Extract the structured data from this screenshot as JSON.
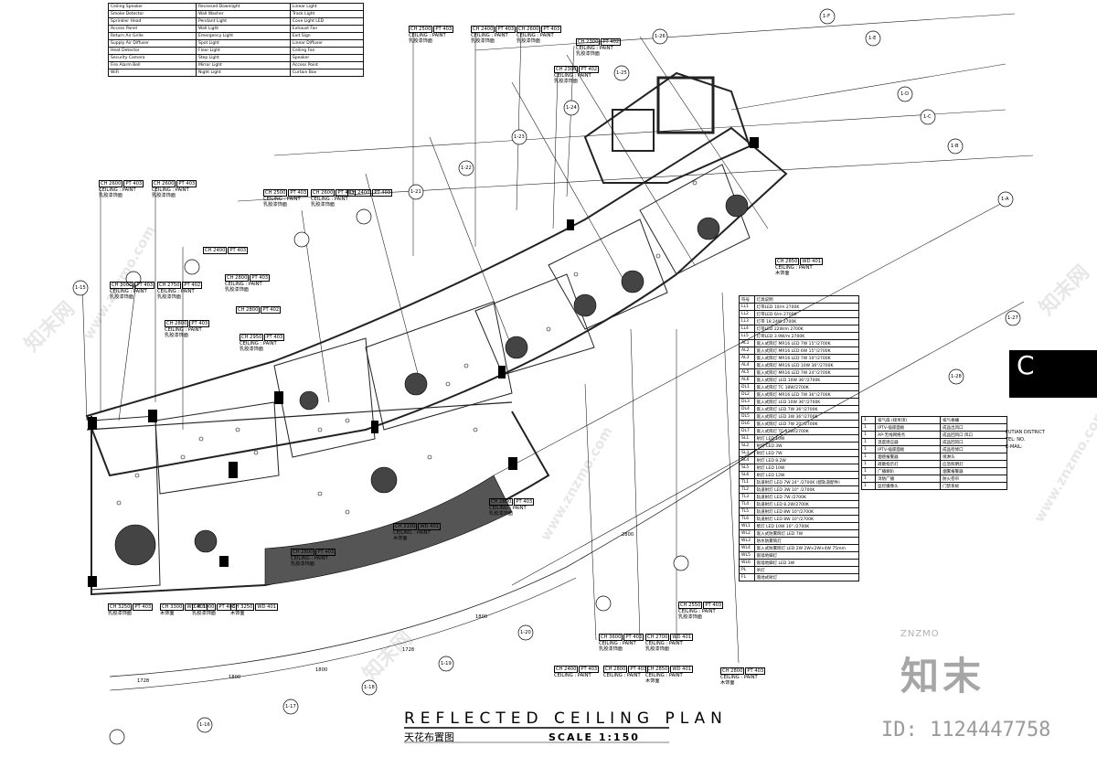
{
  "drawing": {
    "title": "REFLECTED  CEILING  PLAN",
    "subtitle": "天花布置图",
    "scale": "SCALE  1:150",
    "watermark_text": "www.znzmo.com",
    "watermark_brand": "知末网",
    "id_stamp": "ID: 1124447758",
    "brand_logo": "知末",
    "brand_logo_en": "ZNZMO"
  },
  "ceiling_tags": [
    {
      "ch": "CH 2500",
      "pt": "PT 403",
      "note": "CEILING : PAINT",
      "cn": "乳胶漆饰面"
    },
    {
      "ch": "CH 2400",
      "pt": "PT 403",
      "note": "CEILING : PAINT",
      "cn": "乳胶漆饰面"
    },
    {
      "ch": "CH 2600",
      "pt": "PT 403",
      "note": "CEILING : PAINT",
      "cn": "乳胶漆饰面"
    },
    {
      "ch": "CH 2300",
      "pt": "PT 402",
      "note": "CEILING : PAINT",
      "cn": "乳胶漆饰面"
    },
    {
      "ch": "CH 2300",
      "pt": "PT 402",
      "note": "CEILING : PAINT",
      "cn": "乳胶漆饰面"
    },
    {
      "ch": "CH 2600",
      "pt": "PT 403",
      "note": "CEILING : PAINT",
      "cn": "乳胶漆饰面"
    },
    {
      "ch": "CH 2600",
      "pt": "PT 403",
      "note": "CEILING : PAINT",
      "cn": "乳胶漆饰面"
    },
    {
      "ch": "CH 2500",
      "pt": "PT 403",
      "note": "CEILING : PAINT",
      "cn": "乳胶漆饰面"
    },
    {
      "ch": "CH 2600",
      "pt": "PT 403",
      "note": "CEILING : PAINT",
      "cn": "乳胶漆饰面"
    },
    {
      "ch": "CH 2400",
      "pt": "PT 403",
      "note": "CEILING : PAINT",
      "cn": "乳胶漆饰面"
    },
    {
      "ch": "CH 2400",
      "pt": "PT 403",
      "note": "CEILING : PAINT",
      "cn": "乳胶漆饰面"
    },
    {
      "ch": "CH 2800",
      "pt": "PT 403",
      "note": "CEILING : PAINT",
      "cn": "乳胶漆饰面"
    },
    {
      "ch": "CH 3000",
      "pt": "PT 403",
      "note": "CEILING : PAINT",
      "cn": "乳胶漆饰面"
    },
    {
      "ch": "CH 2750",
      "pt": "PT 402",
      "note": "CEILING : PAINT",
      "cn": "乳胶漆饰面"
    },
    {
      "ch": "CH 2800",
      "pt": "PT 403",
      "note": "CEILING : PAINT",
      "cn": "乳胶漆饰面"
    },
    {
      "ch": "CH 2800",
      "pt": "PT 402",
      "note": "CEILING : PAINT",
      "cn": "乳胶漆饰面"
    },
    {
      "ch": "CH 2950",
      "pt": "PT 403",
      "note": "CEILING : PAINT",
      "cn": "乳胶漆饰面"
    },
    {
      "ch": "CH 2800",
      "pt": "PT 403",
      "note": "CEILING : PAINT",
      "cn": "乳胶漆饰面"
    },
    {
      "ch": "CH 3100",
      "pt": "WD 401",
      "note": "CEILING : PAINT",
      "cn": "木饰面"
    },
    {
      "ch": "CH 2800",
      "pt": "PT 403",
      "note": "CEILING : PAINT",
      "cn": "乳胶漆饰面"
    },
    {
      "ch": "CH 3250",
      "pt": "PT 403",
      "note": "",
      "cn": "乳胶漆饰面"
    },
    {
      "ch": "CH 3300",
      "pt": "WD 401",
      "note": "",
      "cn": "木饰面"
    },
    {
      "ch": "CH 3000",
      "pt": "PT 403",
      "note": "",
      "cn": "乳胶漆饰面"
    },
    {
      "ch": "CH 3250",
      "pt": "WD 401",
      "note": "",
      "cn": "木饰面"
    },
    {
      "ch": "CH 2550",
      "pt": "PT 403",
      "note": "CEILING : PAINT",
      "cn": "乳胶漆饰面"
    },
    {
      "ch": "CH 3600",
      "pt": "PT 403",
      "note": "CEILING : PAINT",
      "cn": "乳胶漆饰面"
    },
    {
      "ch": "CH 2700",
      "pt": "WD 401",
      "note": "CEILING : PAINT",
      "cn": "乳胶漆饰面"
    },
    {
      "ch": "CH 2400",
      "pt": "PT 403",
      "note": "CEILING : PAINT",
      "cn": "乳胶漆饰面"
    },
    {
      "ch": "CH 2800",
      "pt": "PT 403",
      "note": "CEILING : PAINT",
      "cn": "乳胶漆饰面"
    },
    {
      "ch": "CH 2850",
      "pt": "WD 401",
      "note": "CEILING : PAINT",
      "cn": "木饰面"
    },
    {
      "ch": "CH 2800",
      "pt": "PT 403",
      "note": "CEILING : PAINT",
      "cn": "木饰面"
    }
  ],
  "grid_labels": [
    "1-F",
    "1-E",
    "1-D",
    "1-C",
    "1-B",
    "1-A",
    "1-26",
    "1-25",
    "1-24",
    "1-23",
    "1-22",
    "1-21",
    "1-20",
    "1-19",
    "1-18",
    "1-17",
    "1-16",
    "1-15",
    "1-27",
    "1-28"
  ],
  "legend": {
    "header": [
      "符号",
      "灯具说明"
    ],
    "rows": [
      [
        "LL1",
        "灯带LED 10/m 2700K"
      ],
      [
        "LL2",
        "灯带LED 6/m 2700K"
      ],
      [
        "LL3",
        "灯带 18 24W 2700K"
      ],
      [
        "LL4",
        "灯带LED 22W/m 2700K"
      ],
      [
        "LL5",
        "灯带LED 3.9W/m 2700K"
      ],
      [
        "AL1",
        "嵌入式筒灯 MR16 LED 7W 15°/2700K"
      ],
      [
        "AL2",
        "嵌入式筒灯 MR16 LED 6W 15°/2700K"
      ],
      [
        "AL3",
        "嵌入式筒灯 MR16 LED 7W 10°/2700K"
      ],
      [
        "AL4",
        "嵌入式筒灯 MR16 LED 10W 36°/2700K"
      ],
      [
        "AL5",
        "嵌入式筒灯 MR16 LED 7W 24°/2700K"
      ],
      [
        "AL6",
        "嵌入式筒灯 LED 10W 36°/2700K"
      ],
      [
        "DL1",
        "嵌入式筒灯 TC 18W/2700K"
      ],
      [
        "DL2",
        "嵌入式筒灯 MR16 LED 7W 36°/2700K"
      ],
      [
        "DL3",
        "嵌入式筒灯 LED 10W 36°/2700K"
      ],
      [
        "DL4",
        "嵌入式筒灯 LED 7W 36°/2700K"
      ],
      [
        "DL5",
        "嵌入式筒灯 LED 3W 36°/2700K"
      ],
      [
        "DL6",
        "嵌入式筒灯 LED 7W 20°/2700K"
      ],
      [
        "DL7",
        "嵌入式筒灯 TC 32W/2700K"
      ],
      [
        "SL1",
        "射灯 LED 10W"
      ],
      [
        "SL2",
        "射灯 LED 3W"
      ],
      [
        "SL3",
        "射灯 LED 7W"
      ],
      [
        "SL4",
        "射灯 LED 8.2W"
      ],
      [
        "SL5",
        "射灯 LED 10W"
      ],
      [
        "SL6",
        "射灯 LED 12W"
      ],
      [
        "TL1",
        "轨道射灯 LED 7W 24° /2700K (配轨道配件)"
      ],
      [
        "TL2",
        "轨道射灯 LED 3W 10° /2700K"
      ],
      [
        "TL3",
        "轨道射灯 LED 7W /2700K"
      ],
      [
        "TL4",
        "轨道射灯 LED 8.2W/2700K"
      ],
      [
        "TL5",
        "轨道射灯 LED 8W 10°/2700K"
      ],
      [
        "TL6",
        "轨道射灯 LED 8W 10°/2700K"
      ],
      [
        "WL1",
        "壁灯 LED 10W 10° /2700K"
      ],
      [
        "WL2",
        "嵌入式防雾筒灯 LED 7W"
      ],
      [
        "WL3",
        "防水防雾筒灯"
      ],
      [
        "WL4",
        "嵌入式防雾筒灯 LED 2W 2W×2W×4W 75mm"
      ],
      [
        "WL5",
        "嵌墙地脚灯"
      ],
      [
        "WL6",
        "嵌墙地脚灯 LED 3W"
      ],
      [
        "PL",
        "吊灯"
      ],
      [
        "FL",
        "落地式射灯"
      ]
    ]
  },
  "symbol_legend": {
    "rows": [
      [
        "1",
        "排气扇 (接吊顶)",
        "排气格栅"
      ],
      [
        "1",
        "IPTV-插座面板",
        "成品出风口"
      ],
      [
        "1",
        "AP-无线网络点",
        "成品回风口 风口"
      ],
      [
        "1",
        "温度感应器",
        "成品回风口"
      ],
      [
        "1",
        "IPTV-插座面板",
        "成品检修口"
      ],
      [
        "1",
        "烟感报警器",
        "喷淋头"
      ],
      [
        "1",
        "疏散指示灯",
        "应急照明灯"
      ],
      [
        "1",
        "广播喇叭",
        "烟雾报警器"
      ],
      [
        "1",
        "消防广播",
        "防火卷帘"
      ],
      [
        "1",
        "监控摄像头",
        "门禁系统"
      ]
    ]
  },
  "top_legend": {
    "rows": [
      [
        "Ceiling Speaker",
        "Recessed Downlight",
        "Linear Light"
      ],
      [
        "Smoke Detector",
        "Wall Washer",
        "Track Light"
      ],
      [
        "Sprinkler Head",
        "Pendant Light",
        "Cove Light LED"
      ],
      [
        "Access Panel",
        "Wall Light",
        "Exhaust Fan"
      ],
      [
        "Return Air Grille",
        "Emergency Light",
        "Exit Sign"
      ],
      [
        "Supply Air Diffuser",
        "Spot Light",
        "Linear Diffuser"
      ],
      [
        "Heat Detector",
        "Floor Light",
        "Ceiling Fan"
      ],
      [
        "Security Camera",
        "Step Light",
        "Speaker"
      ],
      [
        "Fire Alarm Bell",
        "Mirror Light",
        "Access Point"
      ],
      [
        "WiFi",
        "Night Light",
        "Curtain Box"
      ]
    ]
  },
  "right_title_block": {
    "logo_letter": "C",
    "address": "FUTIAN DISTRICT",
    "tel": "TEL: NO.",
    "email": "E-MAIL:"
  },
  "dimensions": [
    "1728",
    "1800",
    "1800",
    "1728",
    "1800",
    "2800"
  ]
}
